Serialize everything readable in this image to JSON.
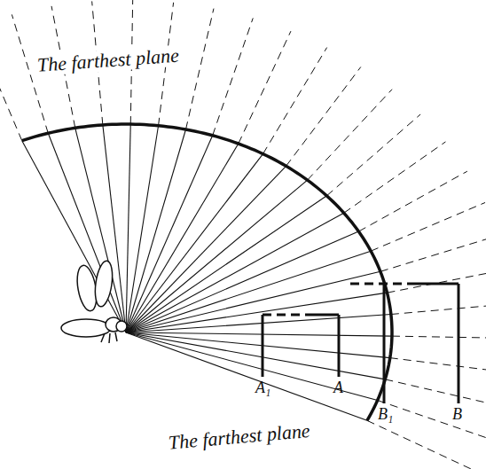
{
  "diagram": {
    "labels": [
      "The farthest plane",
      "The farthest plane",
      "A₁",
      "A",
      "B₁",
      "B"
    ]
  }
}
